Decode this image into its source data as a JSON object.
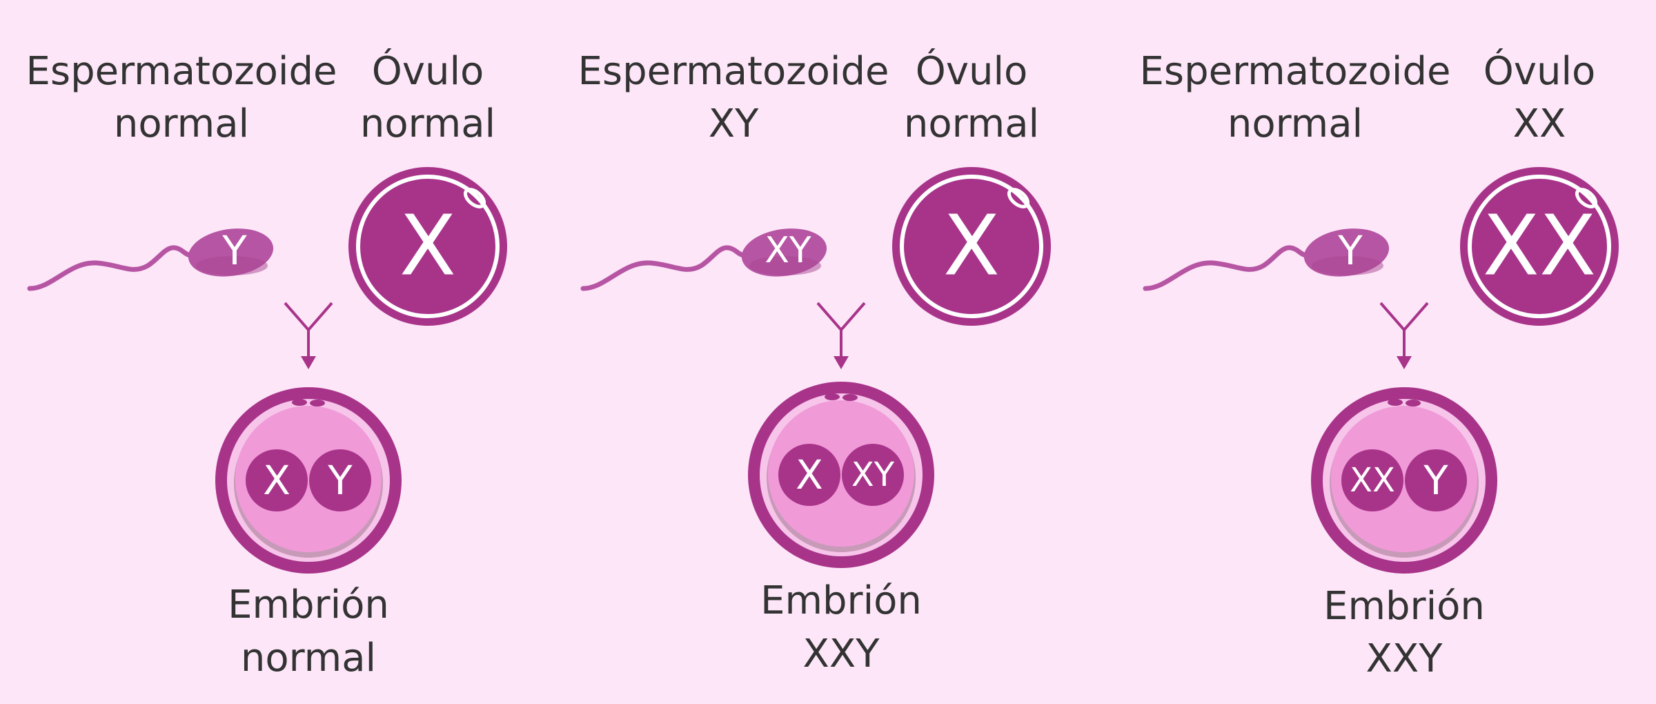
{
  "colors": {
    "background": "#fde6f8",
    "purple": "#a8348a",
    "sperm": "#b655a3",
    "embryo_inner": "#f09ad8",
    "embryo_ring": "#f7c4ea",
    "text": "#333333"
  },
  "panels": [
    {
      "sperm_label": [
        "Espermatozoide",
        "normal"
      ],
      "ovum_label": [
        "Óvulo",
        "normal"
      ],
      "sperm_chrom": "Y",
      "ovum_chrom": "X",
      "embryo_chrom": [
        "X",
        "Y"
      ],
      "embryo_label": [
        "Embrión",
        "normal"
      ]
    },
    {
      "sperm_label": [
        "Espermatozoide",
        "XY"
      ],
      "ovum_label": [
        "Óvulo",
        "normal"
      ],
      "sperm_chrom": "XY",
      "ovum_chrom": "X",
      "embryo_chrom": [
        "X",
        "XY"
      ],
      "embryo_label": [
        "Embrión",
        "XXY"
      ]
    },
    {
      "sperm_label": [
        "Espermatozoide",
        "normal"
      ],
      "ovum_label": [
        "Óvulo",
        "XX"
      ],
      "sperm_chrom": "Y",
      "ovum_chrom": "XX",
      "embryo_chrom": [
        "XX",
        "Y"
      ],
      "embryo_label": [
        "Embrión",
        "XXY"
      ]
    }
  ]
}
